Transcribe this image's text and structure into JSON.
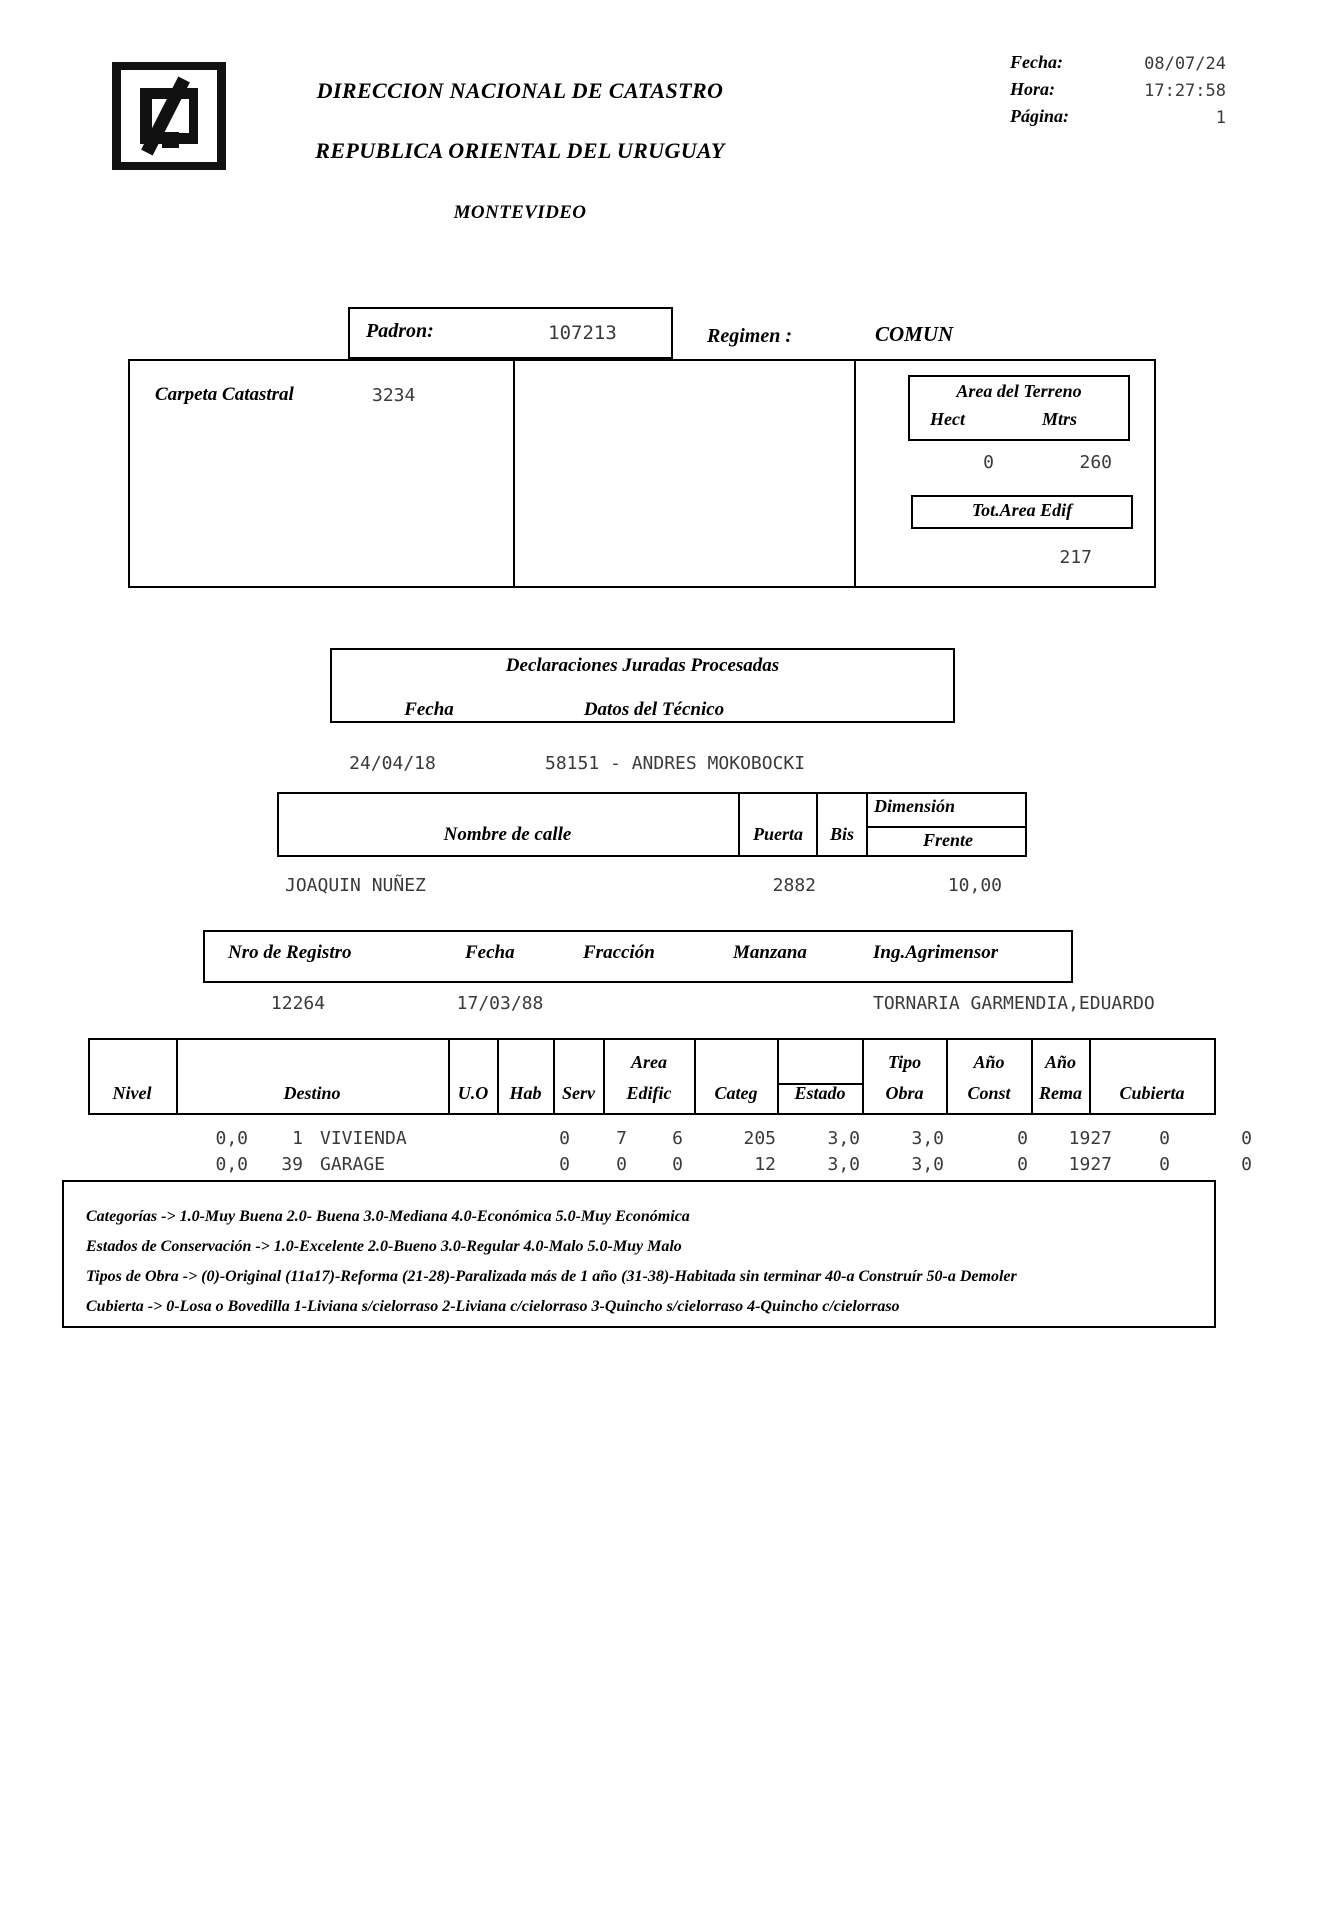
{
  "header": {
    "logo_icon": "catastro-monogram-logo",
    "title_line_1": "DIRECCION NACIONAL DE CATASTRO",
    "title_line_2": "REPUBLICA ORIENTAL DEL URUGUAY",
    "department": "MONTEVIDEO",
    "meta": {
      "fecha_label": "Fecha:",
      "fecha_value": "08/07/24",
      "hora_label": "Hora:",
      "hora_value": "17:27:58",
      "pagina_label": "Página:",
      "pagina_value": "1"
    }
  },
  "identification": {
    "padron_label": "Padron:",
    "padron_value": "107213",
    "regimen_label": "Regimen :",
    "regimen_value": "COMUN",
    "carpeta_label": "Carpeta Catastral",
    "carpeta_value": "3234",
    "area_terreno": {
      "title": "Area del Terreno",
      "hect_label": "Hect",
      "mtrs_label": "Mtrs",
      "hect_value": "0",
      "mtrs_value": "260"
    },
    "total_area_edificada": {
      "title": "Tot.Area Edif",
      "value": "217"
    }
  },
  "declaraciones": {
    "title": "Declaraciones Juradas Procesadas",
    "headers": {
      "fecha": "Fecha",
      "datos_tecnico": "Datos del Técnico"
    },
    "rows": [
      {
        "fecha": "24/04/18",
        "datos_tecnico": "58151 - ANDRES MOKOBOCKI"
      }
    ]
  },
  "calle": {
    "headers": {
      "nombre": "Nombre de calle",
      "puerta": "Puerta",
      "bis": "Bis",
      "dimension": "Dimensión",
      "frente": "Frente"
    },
    "rows": [
      {
        "nombre": "JOAQUIN NUÑEZ",
        "puerta": "2882",
        "bis": "",
        "frente": "10,00"
      }
    ]
  },
  "registro": {
    "headers": {
      "nro_registro": "Nro de Registro",
      "fecha": "Fecha",
      "fraccion": "Fracción",
      "manzana": "Manzana",
      "ing_agrimensor": "Ing.Agrimensor"
    },
    "rows": [
      {
        "nro_registro": "12264",
        "fecha": "17/03/88",
        "fraccion": "",
        "manzana": "",
        "ing_agrimensor": "TORNARIA GARMENDIA,EDUARDO"
      }
    ]
  },
  "construcciones": {
    "headers": {
      "nivel": "Nivel",
      "destino": "Destino",
      "uo": "U.O",
      "hab": "Hab",
      "serv": "Serv",
      "area": "Area",
      "edific": "Edific",
      "categ": "Categ",
      "estado": "Estado",
      "tipo": "Tipo",
      "obra": "Obra",
      "anio_const_top": "Año",
      "const": "Const",
      "anio_rema_top": "Año",
      "rema": "Rema",
      "cubierta": "Cubierta"
    },
    "rows": [
      {
        "nivel": "0,0",
        "num": "1",
        "destino": "VIVIENDA",
        "uo": "0",
        "hab": "7",
        "serv": "6",
        "area_edific": "205",
        "categ": "3,0",
        "estado": "3,0",
        "tipo_obra": "0",
        "anio_const": "1927",
        "anio_rema": "0",
        "cubierta": "0"
      },
      {
        "nivel": "0,0",
        "num": "39",
        "destino": "GARAGE",
        "uo": "0",
        "hab": "0",
        "serv": "0",
        "area_edific": "12",
        "categ": "3,0",
        "estado": "3,0",
        "tipo_obra": "0",
        "anio_const": "1927",
        "anio_rema": "0",
        "cubierta": "0"
      }
    ]
  },
  "legend": {
    "lines": [
      "Categorías -> 1.0-Muy Buena 2.0- Buena 3.0-Mediana 4.0-Económica 5.0-Muy Económica",
      "Estados de Conservación -> 1.0-Excelente 2.0-Bueno 3.0-Regular 4.0-Malo 5.0-Muy Malo",
      "Tipos de Obra -> (0)-Original   (11a17)-Reforma (21-28)-Paralizada más de 1 año (31-38)-Habitada sin terminar 40-a Construír 50-a Demoler",
      "Cubierta -> 0-Losa o Bovedilla 1-Liviana s/cielorraso 2-Liviana c/cielorraso 3-Quincho s/cielorraso 4-Quincho c/cielorraso"
    ]
  }
}
